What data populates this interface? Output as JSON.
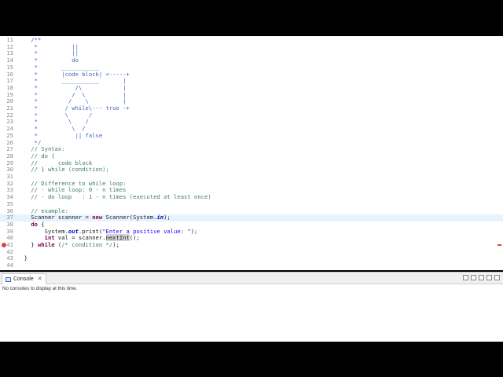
{
  "console": {
    "tab_label": "Console",
    "close_symbol": "✕",
    "message": "No consoles to display at this time.",
    "tools": [
      "new-console-icon",
      "display-selected-console-icon",
      "pin-console-icon",
      "minimize-icon",
      "maximize-icon"
    ]
  },
  "editor": {
    "current_line": 37,
    "error_line": 41,
    "lines": [
      {
        "n": "11",
        "spans": [
          {
            "t": "    ",
            "c": ""
          },
          {
            "t": "/**",
            "c": "c-doc"
          }
        ]
      },
      {
        "n": "12",
        "spans": [
          {
            "t": "     *          ||",
            "c": "c-doc"
          }
        ]
      },
      {
        "n": "13",
        "spans": [
          {
            "t": "     *          ||",
            "c": "c-doc"
          }
        ]
      },
      {
        "n": "14",
        "spans": [
          {
            "t": "     *          do",
            "c": "c-doc"
          }
        ]
      },
      {
        "n": "15",
        "spans": [
          {
            "t": "     *       ___________",
            "c": "c-doc"
          }
        ]
      },
      {
        "n": "16",
        "spans": [
          {
            "t": "     *       |code block| <-----+",
            "c": "c-doc"
          }
        ]
      },
      {
        "n": "17",
        "spans": [
          {
            "t": "     *       ___________       |",
            "c": "c-doc"
          }
        ]
      },
      {
        "n": "18",
        "spans": [
          {
            "t": "     *           /\\            |",
            "c": "c-doc"
          }
        ]
      },
      {
        "n": "19",
        "spans": [
          {
            "t": "     *          /  \\           |",
            "c": "c-doc"
          }
        ]
      },
      {
        "n": "20",
        "spans": [
          {
            "t": "     *         /    \\          |",
            "c": "c-doc"
          }
        ]
      },
      {
        "n": "21",
        "spans": [
          {
            "t": "     *        / while\\--- true -+",
            "c": "c-doc"
          }
        ]
      },
      {
        "n": "22",
        "spans": [
          {
            "t": "     *        \\      /",
            "c": "c-doc"
          }
        ]
      },
      {
        "n": "23",
        "spans": [
          {
            "t": "     *         \\    /",
            "c": "c-doc"
          }
        ]
      },
      {
        "n": "24",
        "spans": [
          {
            "t": "     *          \\  /",
            "c": "c-doc"
          }
        ]
      },
      {
        "n": "25",
        "spans": [
          {
            "t": "     *           || false",
            "c": "c-doc"
          }
        ]
      },
      {
        "n": "26",
        "spans": [
          {
            "t": "     */",
            "c": "c-doc"
          }
        ]
      },
      {
        "n": "27",
        "spans": [
          {
            "t": "    // Syntax:",
            "c": "c-comment"
          }
        ]
      },
      {
        "n": "28",
        "spans": [
          {
            "t": "    // do {",
            "c": "c-comment"
          }
        ]
      },
      {
        "n": "29",
        "spans": [
          {
            "t": "    //      code block",
            "c": "c-comment"
          }
        ]
      },
      {
        "n": "30",
        "spans": [
          {
            "t": "    // } while (condition);",
            "c": "c-comment"
          }
        ]
      },
      {
        "n": "31",
        "spans": [
          {
            "t": "",
            "c": ""
          }
        ]
      },
      {
        "n": "32",
        "spans": [
          {
            "t": "    // Difference to while loop:",
            "c": "c-comment"
          }
        ]
      },
      {
        "n": "33",
        "spans": [
          {
            "t": "    // - while loop: 0 - n times",
            "c": "c-comment"
          }
        ]
      },
      {
        "n": "34",
        "spans": [
          {
            "t": "    // - do loop   : 1 - n times (executed at least once)",
            "c": "c-comment"
          }
        ]
      },
      {
        "n": "35",
        "spans": [
          {
            "t": "",
            "c": ""
          }
        ]
      },
      {
        "n": "36",
        "spans": [
          {
            "t": "    // example:",
            "c": "c-comment"
          }
        ]
      },
      {
        "n": "37",
        "spans": [
          {
            "t": "    Scanner scanner = ",
            "c": ""
          },
          {
            "t": "new",
            "c": "c-kw"
          },
          {
            "t": " Scanner(System.",
            "c": ""
          },
          {
            "t": "in",
            "c": "c-field"
          },
          {
            "t": ");",
            "c": ""
          }
        ]
      },
      {
        "n": "38",
        "spans": [
          {
            "t": "    ",
            "c": ""
          },
          {
            "t": "do",
            "c": "c-kw"
          },
          {
            "t": " {",
            "c": ""
          }
        ]
      },
      {
        "n": "39",
        "spans": [
          {
            "t": "        System.",
            "c": ""
          },
          {
            "t": "out",
            "c": "c-field"
          },
          {
            "t": ".print(",
            "c": ""
          },
          {
            "t": "\"Enter a positive value: \"",
            "c": "c-str"
          },
          {
            "t": ");",
            "c": ""
          }
        ]
      },
      {
        "n": "40",
        "spans": [
          {
            "t": "        ",
            "c": ""
          },
          {
            "t": "int",
            "c": "c-kw"
          },
          {
            "t": " val = scanner.",
            "c": ""
          },
          {
            "t": "nextInt",
            "c": "c-hl"
          },
          {
            "t": "();",
            "c": ""
          }
        ]
      },
      {
        "n": "41",
        "spans": [
          {
            "t": "    } ",
            "c": ""
          },
          {
            "t": "while",
            "c": "c-kw"
          },
          {
            "t": " (",
            "c": ""
          },
          {
            "t": "/* condition */",
            "c": "c-comment"
          },
          {
            "t": ");",
            "c": ""
          }
        ]
      },
      {
        "n": "42",
        "spans": [
          {
            "t": "",
            "c": ""
          }
        ]
      },
      {
        "n": "43",
        "spans": [
          {
            "t": "  }",
            "c": ""
          }
        ]
      },
      {
        "n": "44",
        "spans": [
          {
            "t": "",
            "c": ""
          }
        ]
      }
    ]
  }
}
